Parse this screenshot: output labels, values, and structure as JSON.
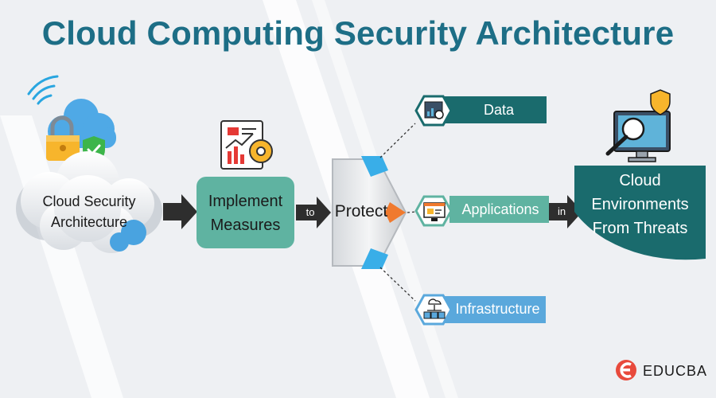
{
  "title": "Cloud Computing Security Architecture",
  "source": {
    "line1": "Cloud Security",
    "line2": "Architecture"
  },
  "step": {
    "line1": "Implement",
    "line2": "Measures"
  },
  "connector_to": "to",
  "hub": "Protect",
  "targets": [
    {
      "label": "Data",
      "icon": "data-analytics-icon"
    },
    {
      "label": "Applications",
      "icon": "application-window-icon"
    },
    {
      "label": "Infrastructure",
      "icon": "network-infrastructure-icon"
    }
  ],
  "connector_in": "in",
  "result": {
    "line1": "Cloud",
    "line2": "Environments",
    "line3": "From Threats"
  },
  "brand": "EDUCBA",
  "colors": {
    "title": "#1d6e86",
    "teal_dark": "#1a6b6d",
    "teal_mid": "#5fb3a1",
    "blue_tag": "#5aa8dc",
    "orange": "#f07a2e",
    "arrow": "#2e2e2e"
  }
}
